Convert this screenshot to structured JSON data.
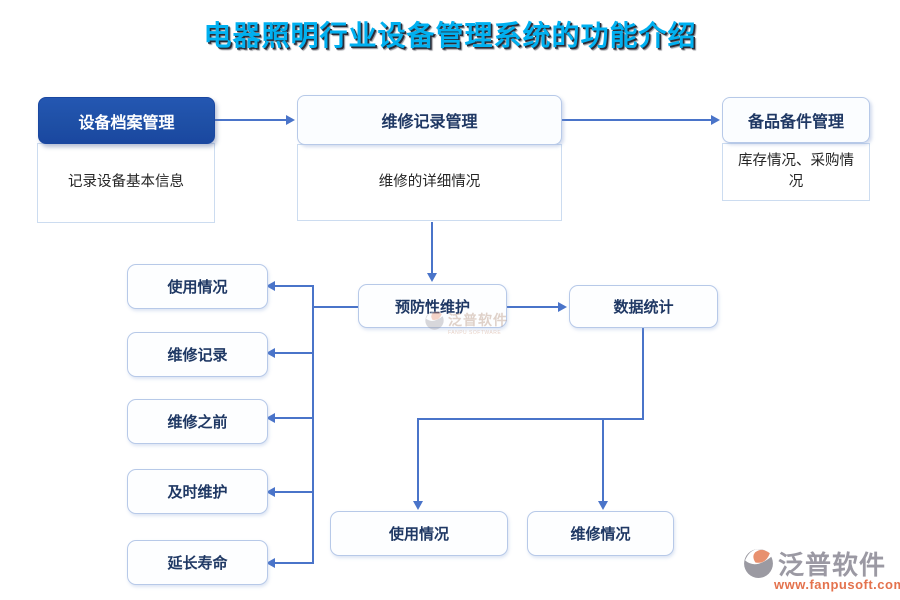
{
  "title": "电器照明行业设备管理系统的功能介绍",
  "top_row": {
    "archive": {
      "header": "设备档案管理",
      "body": "记录设备基本信息"
    },
    "repair": {
      "header": "维修记录管理",
      "body": "维修的详细情况"
    },
    "spare": {
      "header": "备品备件管理",
      "body": "库存情况、采购情况"
    }
  },
  "middle": {
    "preventive": "预防性维护",
    "statistics": "数据统计"
  },
  "left_column": {
    "items": [
      "使用情况",
      "维修记录",
      "维修之前",
      "及时维护",
      "延长寿命"
    ]
  },
  "bottom_row": {
    "usage": "使用情况",
    "repair_status": "维修情况"
  },
  "watermark": {
    "name": "泛普软件",
    "sub": "FANPU SOFTWARE"
  },
  "brand": {
    "name": "泛普软件",
    "url": "www.fanpusoft.com"
  },
  "colors": {
    "title": "#00b0f0",
    "primary_node": "#1e4fa5",
    "node_text": "#1f3864",
    "connector": "#4a74c9",
    "node_border": "#b7c9e8",
    "brand_gray": "#9b99a3",
    "brand_orange": "#e4724d"
  }
}
